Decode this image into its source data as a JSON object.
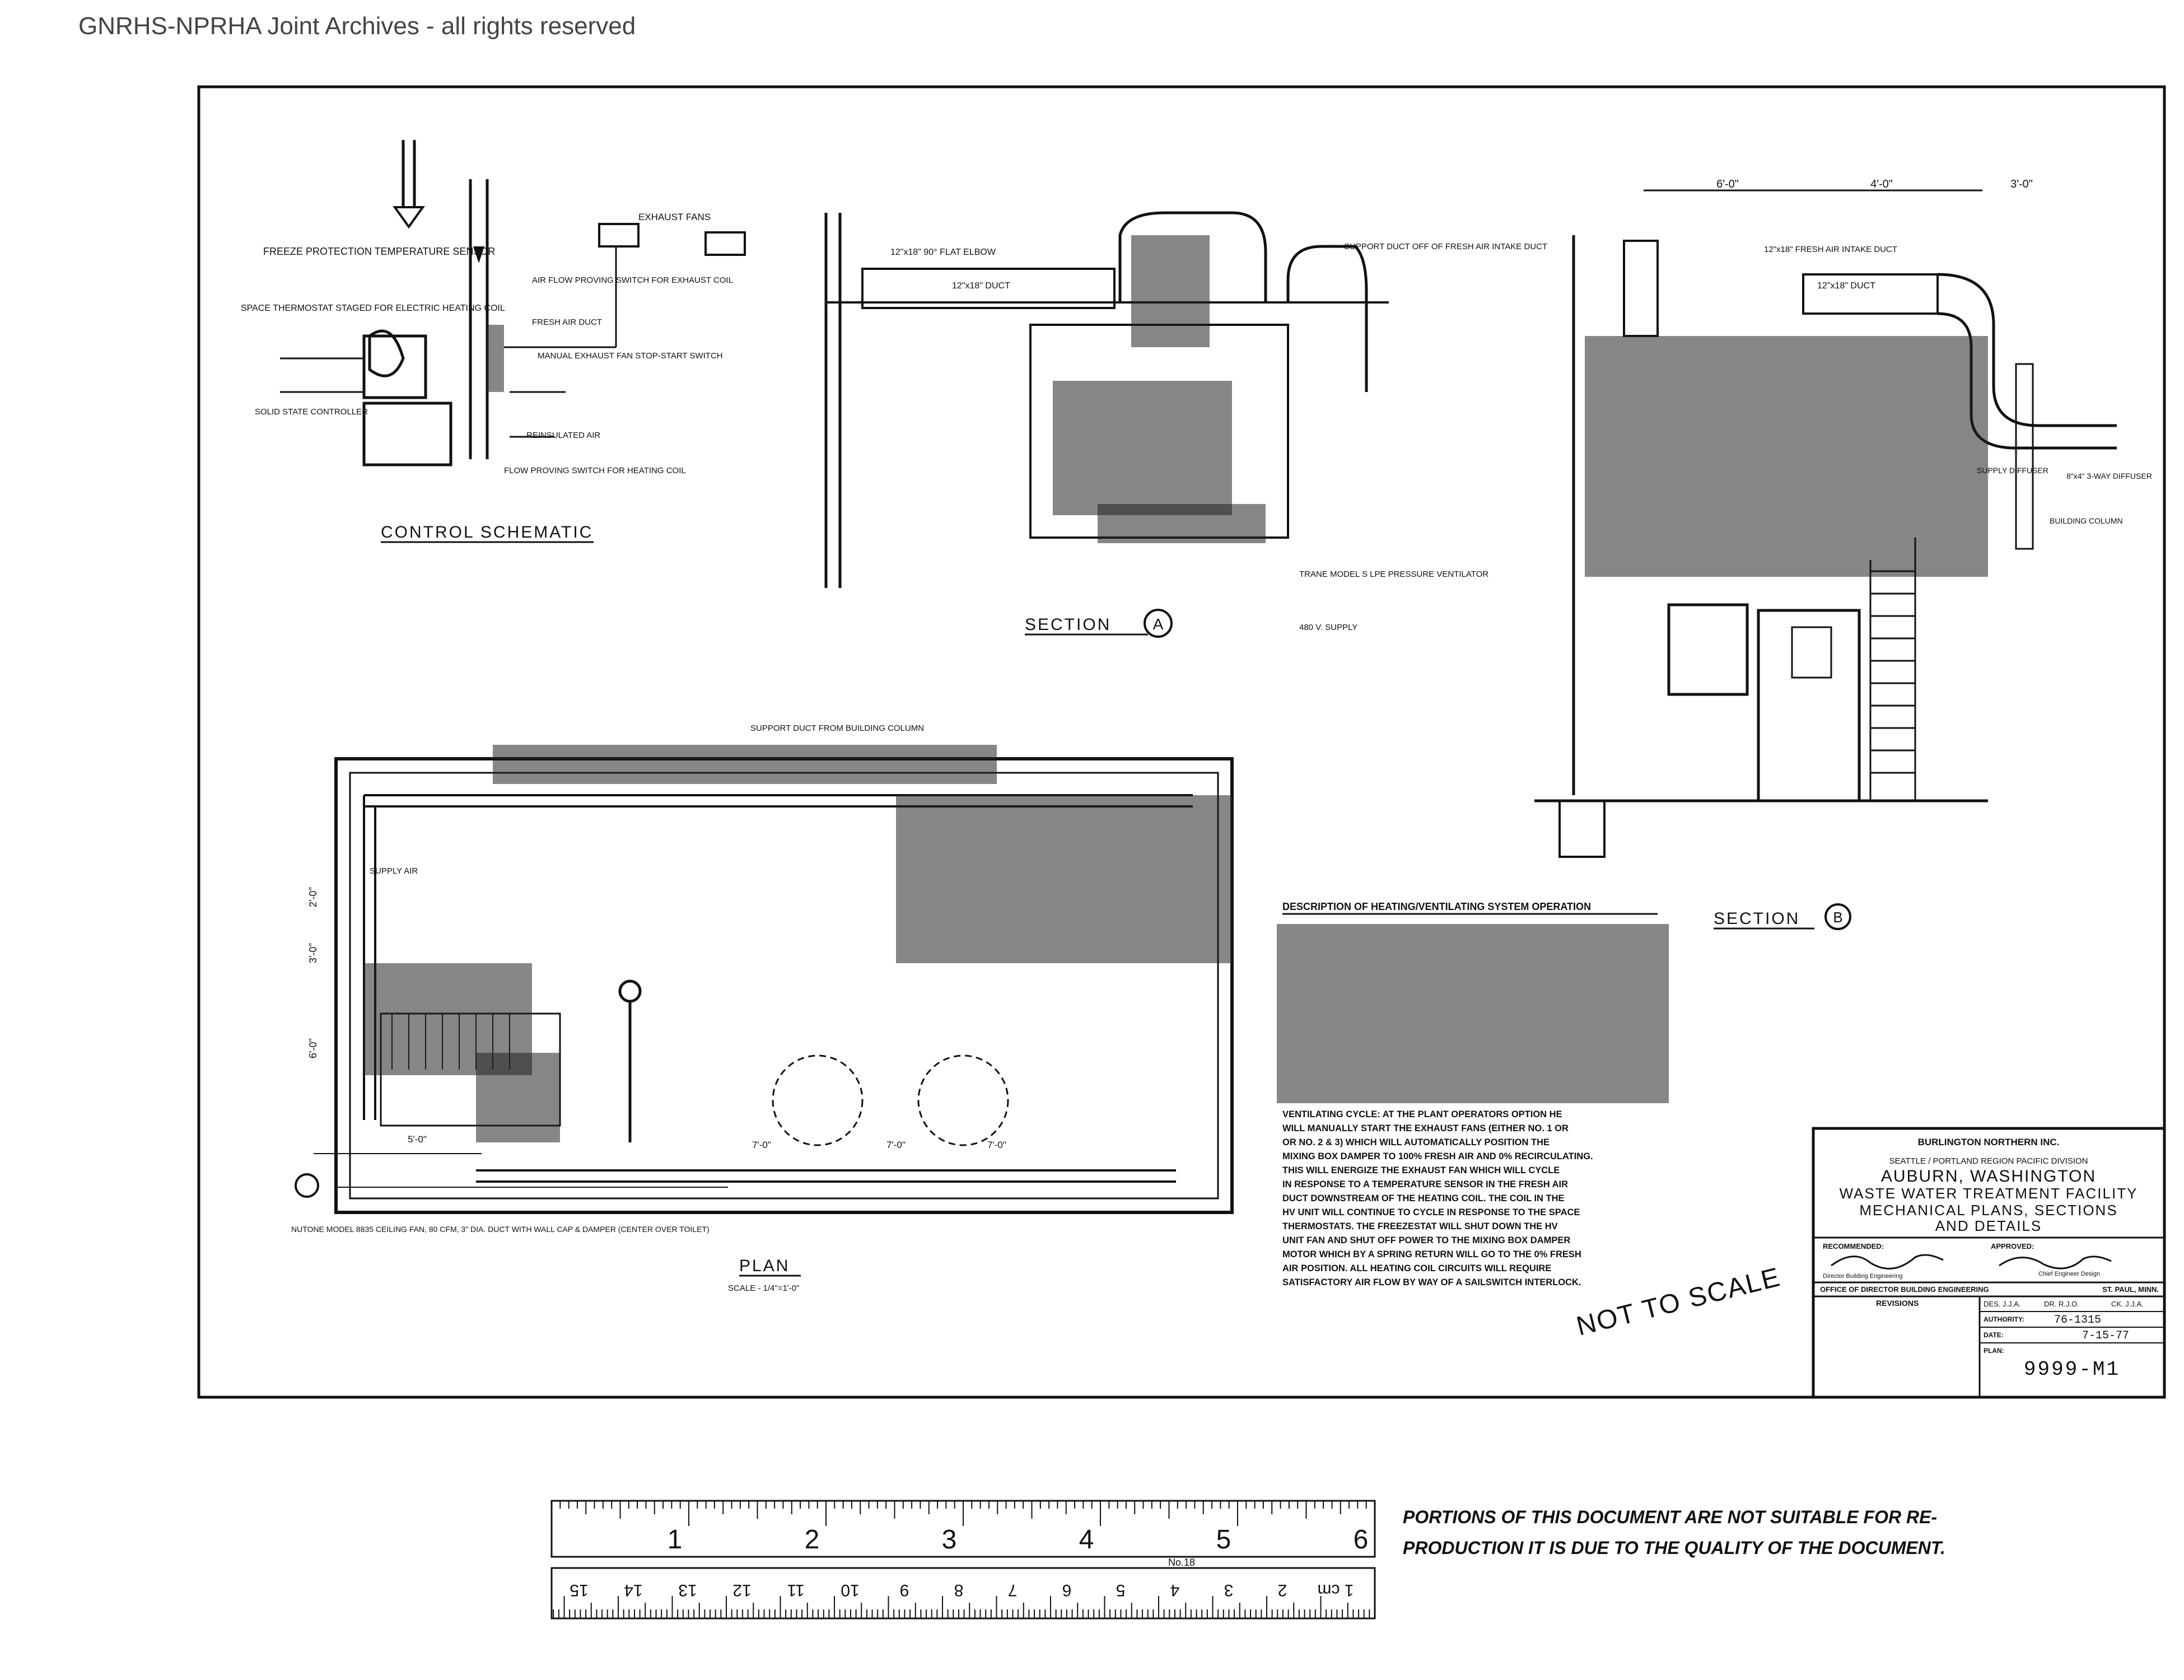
{
  "header": {
    "archive": "GNRHS-NPRHA Joint Archives - all rights reserved"
  },
  "drawing": {
    "control_schematic": {
      "title": "CONTROL SCHEMATIC",
      "notes": [
        "FREEZE PROTECTION TEMPERATURE SENSOR",
        "SPACE THERMOSTAT STAGED FOR ELECTRIC HEATING COIL",
        "EXHAUST FANS",
        "AIR FLOW PROVING SWITCH FOR EXHAUST COIL",
        "FRESH AIR DUCT",
        "MANUAL EXHAUST FAN STOP-START SWITCH",
        "SOLID STATE CONTROLLER",
        "REINSULATED AIR",
        "FLOW PROVING SWITCH FOR HEATING COIL"
      ]
    },
    "section_a": {
      "title": "SECTION",
      "mark": "A",
      "notes": [
        "12\"x18\" 90° FLAT ELBOW",
        "12\"x18\" DUCT",
        "SUPPORT DUCT OFF OF FRESH AIR INTAKE DUCT",
        "TRANE MODEL S LPE PRESSURE VENTILATOR",
        "480 V. SUPPLY"
      ]
    },
    "section_b": {
      "title": "SECTION",
      "mark": "B",
      "dims": [
        "6'-0\"",
        "4'-0\"",
        "3'-0\""
      ],
      "notes": [
        "12\"x18\" FRESH AIR INTAKE DUCT",
        "12\"x18\" DUCT",
        "SUPPLY DIFFUSER",
        "8\"x4\" 3-WAY DIFFUSER",
        "BUILDING COLUMN"
      ]
    },
    "plan": {
      "title": "PLAN",
      "scale": "SCALE - 1/4\"=1'-0\"",
      "dims": [
        "5'-0\"",
        "7'-0\"",
        "7'-0\"",
        "7'-0\"",
        "6'-0\"",
        "2'-0\"",
        "3'-0\""
      ],
      "notes": [
        "SUPPORT DUCT FROM BUILDING COLUMN",
        "SUPPLY AIR",
        "NUTONE MODEL 8835 CEILING FAN, 80 CFM, 3\" DIA. DUCT WITH WALL CAP & DAMPER (CENTER OVER TOILET)"
      ]
    },
    "description": {
      "title": "DESCRIPTION OF HEATING/VENTILATING SYSTEM OPERATION",
      "body": [
        "VENTILATING CYCLE: AT THE PLANT OPERATORS OPTION HE",
        "WILL MANUALLY START THE EXHAUST FANS (EITHER NO. 1 OR",
        "OR NO. 2 & 3) WHICH WILL AUTOMATICALLY POSITION THE",
        "MIXING BOX DAMPER TO 100% FRESH AIR AND 0% RECIRCULATING.",
        "THIS WILL ENERGIZE THE EXHAUST FAN WHICH WILL CYCLE",
        "IN RESPONSE TO A TEMPERATURE SENSOR IN THE FRESH AIR",
        "DUCT DOWNSTREAM OF THE HEATING COIL. THE COIL IN THE",
        "HV UNIT WILL CONTINUE TO CYCLE IN RESPONSE TO THE SPACE",
        "THERMOSTATS. THE FREEZESTAT WILL SHUT DOWN THE HV",
        "UNIT FAN AND SHUT OFF POWER TO THE MIXING BOX DAMPER",
        "MOTOR WHICH BY A SPRING RETURN WILL GO TO THE 0% FRESH",
        "AIR POSITION. ALL HEATING COIL CIRCUITS WILL REQUIRE",
        "SATISFACTORY AIR FLOW BY WAY OF A SAILSWITCH INTERLOCK."
      ]
    },
    "stamp": "NOT TO SCALE",
    "title_block": {
      "company": "BURLINGTON NORTHERN INC.",
      "region_line": "SEATTLE / PORTLAND REGION    PACIFIC    DIVISION",
      "location": "AUBURN, WASHINGTON",
      "facility": "WASTE WATER TREATMENT FACILITY",
      "subject1": "MECHANICAL PLANS, SECTIONS",
      "subject2": "AND DETAILS",
      "recommended": "RECOMMENDED:",
      "approved": "APPROVED:",
      "recommended_title": "Director Building Engineering",
      "approved_title": "Chief Engineer Design",
      "office": "OFFICE OF DIRECTOR BUILDING ENGINEERING",
      "city": "ST. PAUL, MINN.",
      "revisions": "REVISIONS",
      "des": "DES. J.J.A.",
      "dr": "DR. R.J.O.",
      "ck": "CK. J.J.A.",
      "authority_label": "AUTHORITY:",
      "authority": "76-1315",
      "date_label": "DATE:",
      "date": "7-15-77",
      "plan_label": "PLAN:",
      "plan_no": "9999-M1"
    }
  },
  "scan_footer": {
    "ruler_inches": [
      "1",
      "2",
      "3",
      "4",
      "5",
      "6"
    ],
    "ruler_cm": [
      "1 cm",
      "2",
      "3",
      "4",
      "5",
      "6",
      "7",
      "8",
      "9",
      "10",
      "11",
      "12",
      "13",
      "14",
      "15"
    ],
    "ruler_mark": "No.18",
    "notice_line1": "PORTIONS OF THIS DOCUMENT ARE NOT SUITABLE FOR RE-",
    "notice_line2": "PRODUCTION IT IS DUE TO THE QUALITY OF THE DOCUMENT."
  }
}
